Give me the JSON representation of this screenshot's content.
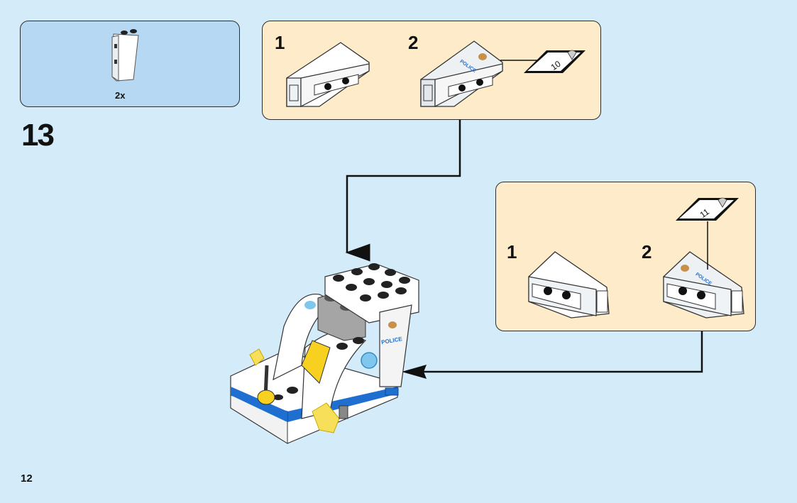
{
  "page": {
    "page_number": "12",
    "step_number": "13",
    "background_color": "#d4ebfa"
  },
  "parts_list": {
    "items": [
      {
        "part": "white-slope-brick-1x2x3-inverted",
        "quantity": "2x"
      }
    ]
  },
  "substep_box_1": {
    "steps": [
      {
        "number": "1",
        "description": "white slope brick"
      },
      {
        "number": "2",
        "description": "apply sticker",
        "sticker_number": "10",
        "sticker_text": "POLICE"
      }
    ]
  },
  "substep_box_2": {
    "steps": [
      {
        "number": "1",
        "description": "white slope brick"
      },
      {
        "number": "2",
        "description": "apply sticker",
        "sticker_number": "11",
        "sticker_text": "POLICE"
      }
    ]
  },
  "main_model": {
    "label": "POLICE"
  },
  "colors": {
    "parts_box": "#b7d8f2",
    "substep_box": "#fdebc9",
    "outline": "#2d2d2d",
    "police_blue": "#1e6fd0",
    "badge_gold": "#c8904a",
    "trans_yellow": "#f8df5a",
    "trans_blue": "#7fc7ec",
    "gray": "#a5a5a5"
  }
}
